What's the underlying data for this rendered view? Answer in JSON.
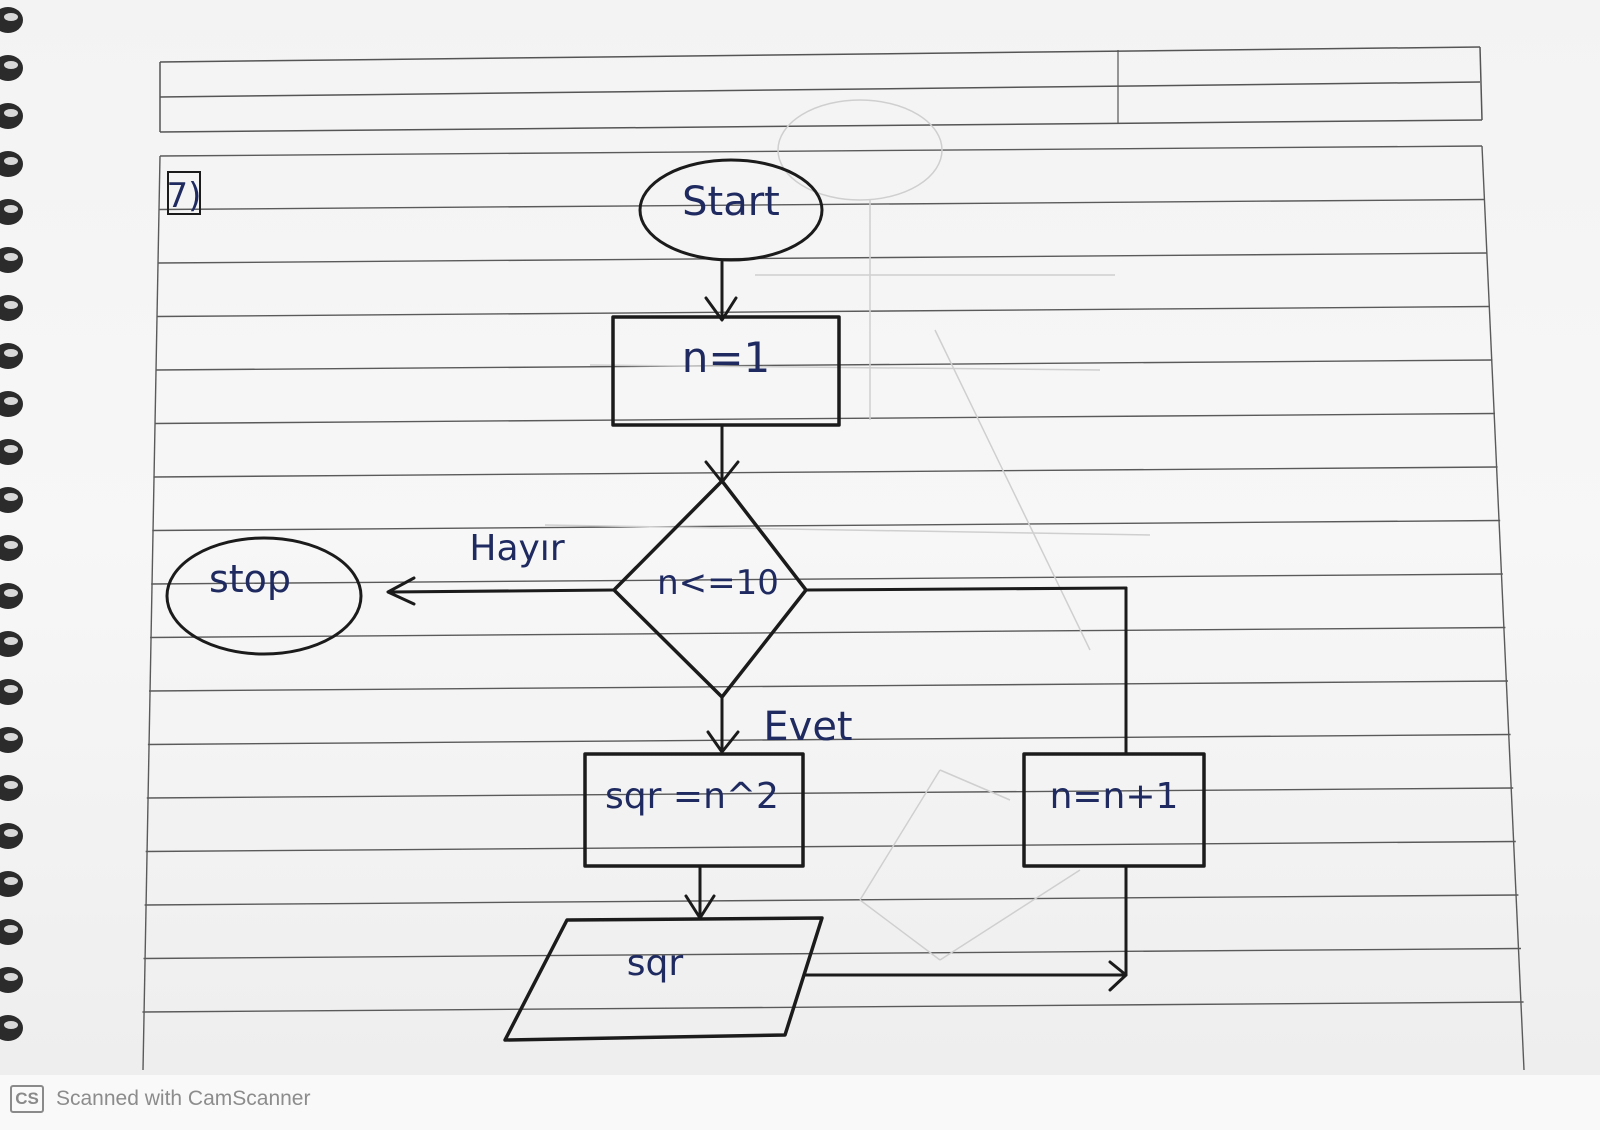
{
  "question_number": "7)",
  "flowchart": {
    "start": "Start",
    "init": "n=1",
    "condition": "n<=10",
    "no_label": "Hayır",
    "yes_label": "Evet",
    "stop": "stop",
    "process_square": "sqr =n^2",
    "increment": "n=n+1",
    "output": "sqr"
  },
  "footer": {
    "logo": "CS",
    "text": "Scanned with CamScanner"
  },
  "colors": {
    "ink_pen": "#1b1b1b",
    "ink_blue": "#1f2a60",
    "ruling": "#555555",
    "paper": "#f4f4f4"
  }
}
